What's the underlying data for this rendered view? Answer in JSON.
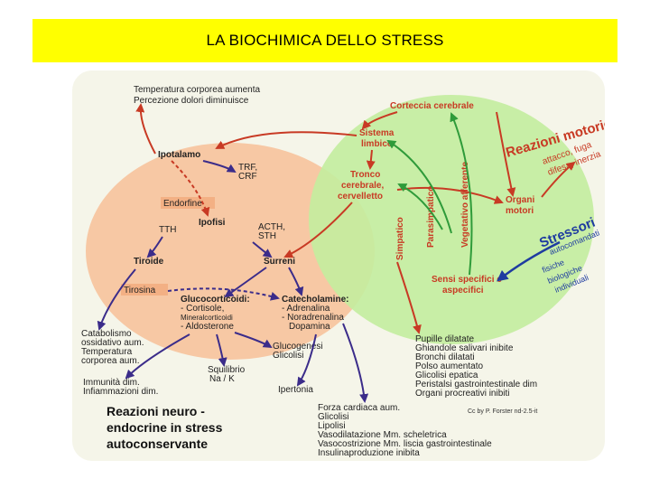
{
  "title": "LA BIOCHIMICA DELLO STRESS",
  "diagram": {
    "top_left": [
      "Temperatura corporea aumenta",
      "Percezione dolori diminuisce"
    ],
    "ipotalamo": "Ipotalamo",
    "trf_crf": [
      "TRF,",
      "CRF"
    ],
    "endorfine": "Endorfine",
    "ipofisi": "Ipofisi",
    "tth": "TTH",
    "acth_sth": [
      "ACTH,",
      "STH"
    ],
    "tiroide": "Tiroide",
    "surreni": "Surreni",
    "tirosina": "Tirosina",
    "glucocorticoidi": [
      "Glucocorticoidi:",
      "- Cortisole,",
      "Mineralcorticoidi",
      "- Aldosterone"
    ],
    "catecholamine": [
      "Catecholamine:",
      "- Adrenalina",
      "- Noradrenalina",
      "Dopamina"
    ],
    "catabolismo": [
      "Catabolismo",
      "ossidativo aum.",
      "Temperatura",
      "corporea aum."
    ],
    "glucogenesi": [
      "Glucogenesi",
      "Glicolisi"
    ],
    "squilibrio": [
      "Squilibrio",
      "Na / K"
    ],
    "immunita": [
      "Immunità dim.",
      "Infiammazioni dim."
    ],
    "ipertonia": "Ipertonia",
    "corteccia": "Corteccia cerebrale",
    "sistema_limbico": [
      "Sistema",
      "limbico"
    ],
    "tronco": [
      "Tronco",
      "cerebrale,",
      "cervelletto"
    ],
    "organi_motori": [
      "Organi",
      "motori"
    ],
    "parasimpatico": "Parasimpatico",
    "vegetativo": "Vegetativo afferente",
    "simpatico": "Simpatico",
    "sensi": [
      "Sensi specifici e",
      "aspecifici"
    ],
    "reazioni_motorie": "Reazioni motorie",
    "reazioni_motorie_sub": [
      "attacco, fuga",
      "difesa, inerzia"
    ],
    "stressori": "Stressori",
    "stressori_sub": [
      "autocomandati",
      "fisiche",
      "biologiche",
      "individuali"
    ],
    "effetti_simpatico": [
      "Pupille dilatate",
      "Ghiandole salivari inibite",
      "Bronchi dilatati",
      "Polso aumentato",
      "Glicolisi epatica",
      "Peristalsi gastrointestinale dim",
      "Organi procreativi inibiti"
    ],
    "effetti_surreni": [
      "Forza cardiaca aum.",
      "Glicolisi",
      "Lipolisi",
      "Vasodilatazione Mm. scheletrica",
      "Vasocostrizione Mm. liscia gastrointestinale",
      "Insulinaproduzione inibita"
    ],
    "bottom_title": [
      "Reazioni neuro -",
      "endocrine in stress",
      "autoconservante"
    ],
    "credit": "Cc by P. Forster nd-2.5-it",
    "colors": {
      "title_bg": "#ffff00",
      "panel_bg": "#f5f5e9",
      "orange_zone": "#f7c8a4",
      "green_zone": "#c3ed9f",
      "red_arrow": "#c83a24",
      "green_arrow": "#2f9b3a",
      "purple_arrow": "#3b2c8a",
      "blue_arrow": "#1f3ca0"
    }
  }
}
